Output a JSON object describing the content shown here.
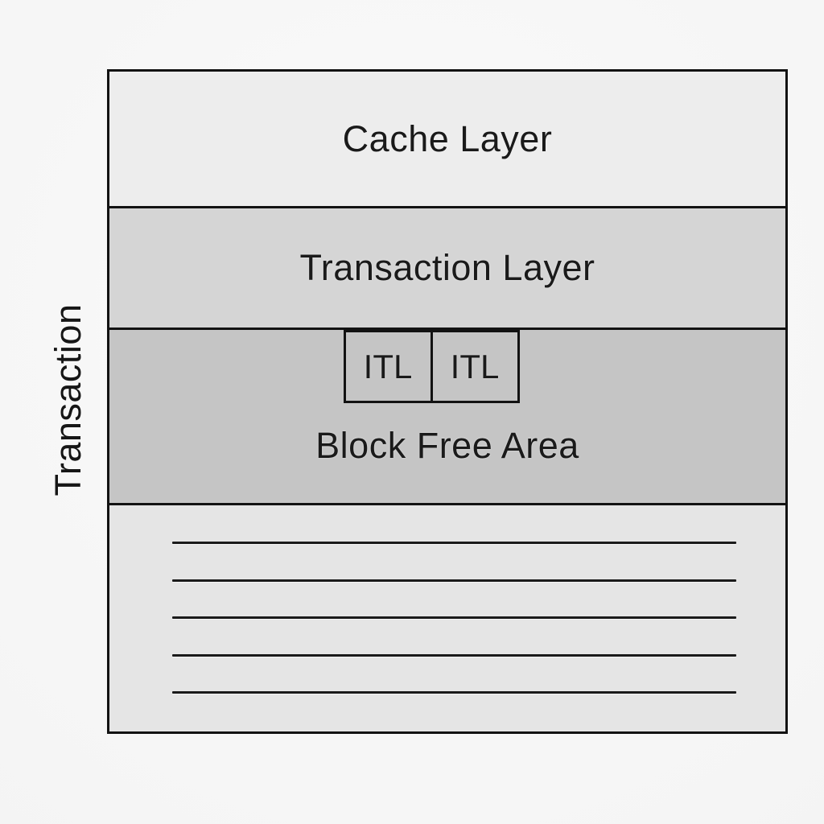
{
  "diagram": {
    "side_label": "Transaction",
    "colors": {
      "border": "#121212",
      "text": "#1a1a1a",
      "page_background": "#f5f5f5"
    },
    "layers": [
      {
        "id": "cache",
        "label": "Cache Layer",
        "bg": "#ededed"
      },
      {
        "id": "transaction",
        "label": "Transaction Layer",
        "bg": "#d5d5d5"
      },
      {
        "id": "block_free_area",
        "label": "Block Free Area",
        "bg": "#c5c5c5",
        "itl_boxes": [
          "ITL",
          "ITL"
        ]
      },
      {
        "id": "data_rows",
        "label": "",
        "bg": "#e5e5e5",
        "line_count": 5,
        "line_color": "#1a1a1a"
      }
    ]
  }
}
